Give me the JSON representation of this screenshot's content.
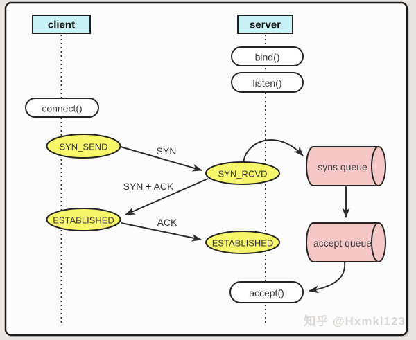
{
  "lifelines": [
    {
      "id": "client",
      "label": "client"
    },
    {
      "id": "server",
      "label": "server"
    }
  ],
  "calls": {
    "connect": "connect()",
    "bind": "bind()",
    "listen": "listen()",
    "accept": "accept()"
  },
  "states": {
    "syn_send": "SYN_SEND",
    "syn_rcvd": "SYN_RCVD",
    "established_client": "ESTABLISHED",
    "established_server": "ESTABLISHED"
  },
  "queues": {
    "syns": "syns queue",
    "accept": "accept queue"
  },
  "messages": {
    "syn": "SYN",
    "syn_ack": "SYN + ACK",
    "ack": "ACK"
  },
  "watermark": "知乎 @Hxmkl123",
  "colors": {
    "lifeline_box_fill": "#c9f2f6",
    "state_fill": "#f8f66a",
    "queue_fill": "#f6c7c7",
    "call_fill": "#fefefe",
    "line": "#2b2b2b",
    "frame_border": "#1c1c1c",
    "canvas_background": "#fdfcfd",
    "outer_background": "#e9e6e3",
    "watermark": "#d9d8d6"
  }
}
